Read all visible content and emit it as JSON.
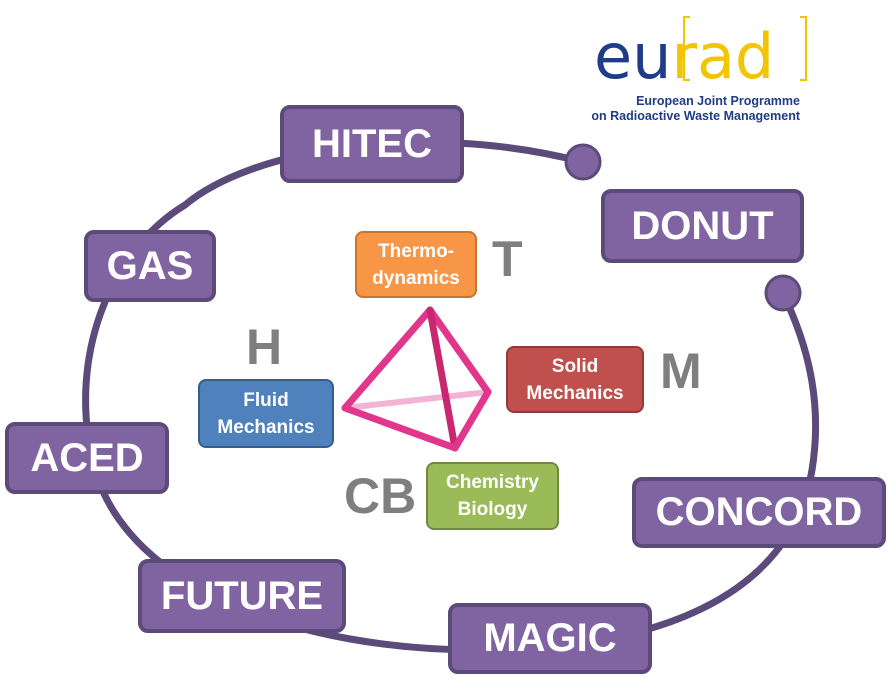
{
  "logo": {
    "letters_blue": "eu",
    "letters_yellow": "rad",
    "subtitle_line1": "European Joint Programme",
    "subtitle_line2": "on Radioactive Waste Management",
    "blue": "#1f3c88",
    "yellow": "#f2c500"
  },
  "work_packages": [
    "HITEC",
    "DONUT",
    "CONCORD",
    "MAGIC",
    "FUTURE",
    "ACED",
    "GAS"
  ],
  "processes": {
    "thermo": {
      "line1": "Thermo-",
      "line2": "dynamics",
      "letter": "T",
      "color": "#f79646"
    },
    "solid": {
      "line1": "Solid",
      "line2": "Mechanics",
      "letter": "M",
      "color": "#c0504d"
    },
    "fluid": {
      "line1": "Fluid",
      "line2": "Mechanics",
      "letter": "H",
      "color": "#4f81bd"
    },
    "chem": {
      "line1": "Chemistry",
      "line2": "Biology",
      "letter": "CB",
      "color": "#9bbb59"
    }
  },
  "colors": {
    "ring": "#5c4a7a",
    "box_fill": "#8064a2",
    "tetrahedron": "#e0368c",
    "letters": "#7f7f7f"
  },
  "icons": [
    "ring-cycle-diagram",
    "tetrahedron-icon"
  ]
}
